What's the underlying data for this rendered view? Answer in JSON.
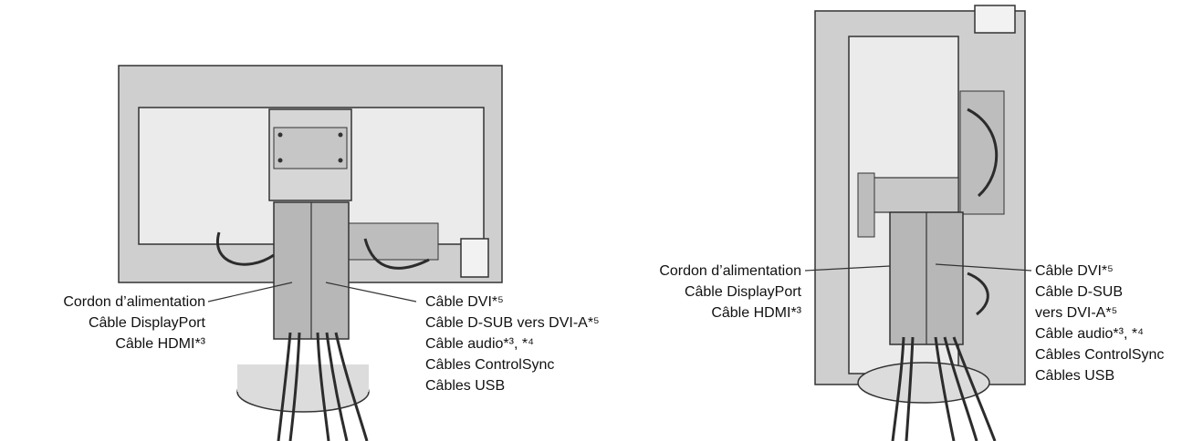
{
  "left_figure": {
    "left_labels": [
      "Cordon d’alimentation",
      "Câble DisplayPort",
      "Câble HDMI*³"
    ],
    "right_labels": [
      "Câble DVI*⁵",
      "Câble D-SUB vers DVI-A*⁵",
      "Câble audio*³, *⁴",
      "Câbles ControlSync",
      "Câbles USB"
    ]
  },
  "right_figure": {
    "left_labels": [
      "Cordon d’alimentation",
      "Câble DisplayPort",
      "Câble HDMI*³"
    ],
    "right_labels": [
      "Câble DVI*⁵",
      "Câble D-SUB",
      "vers DVI-A*⁵",
      "Câble audio*³, *⁴",
      "Câbles ControlSync",
      "Câbles USB"
    ]
  }
}
